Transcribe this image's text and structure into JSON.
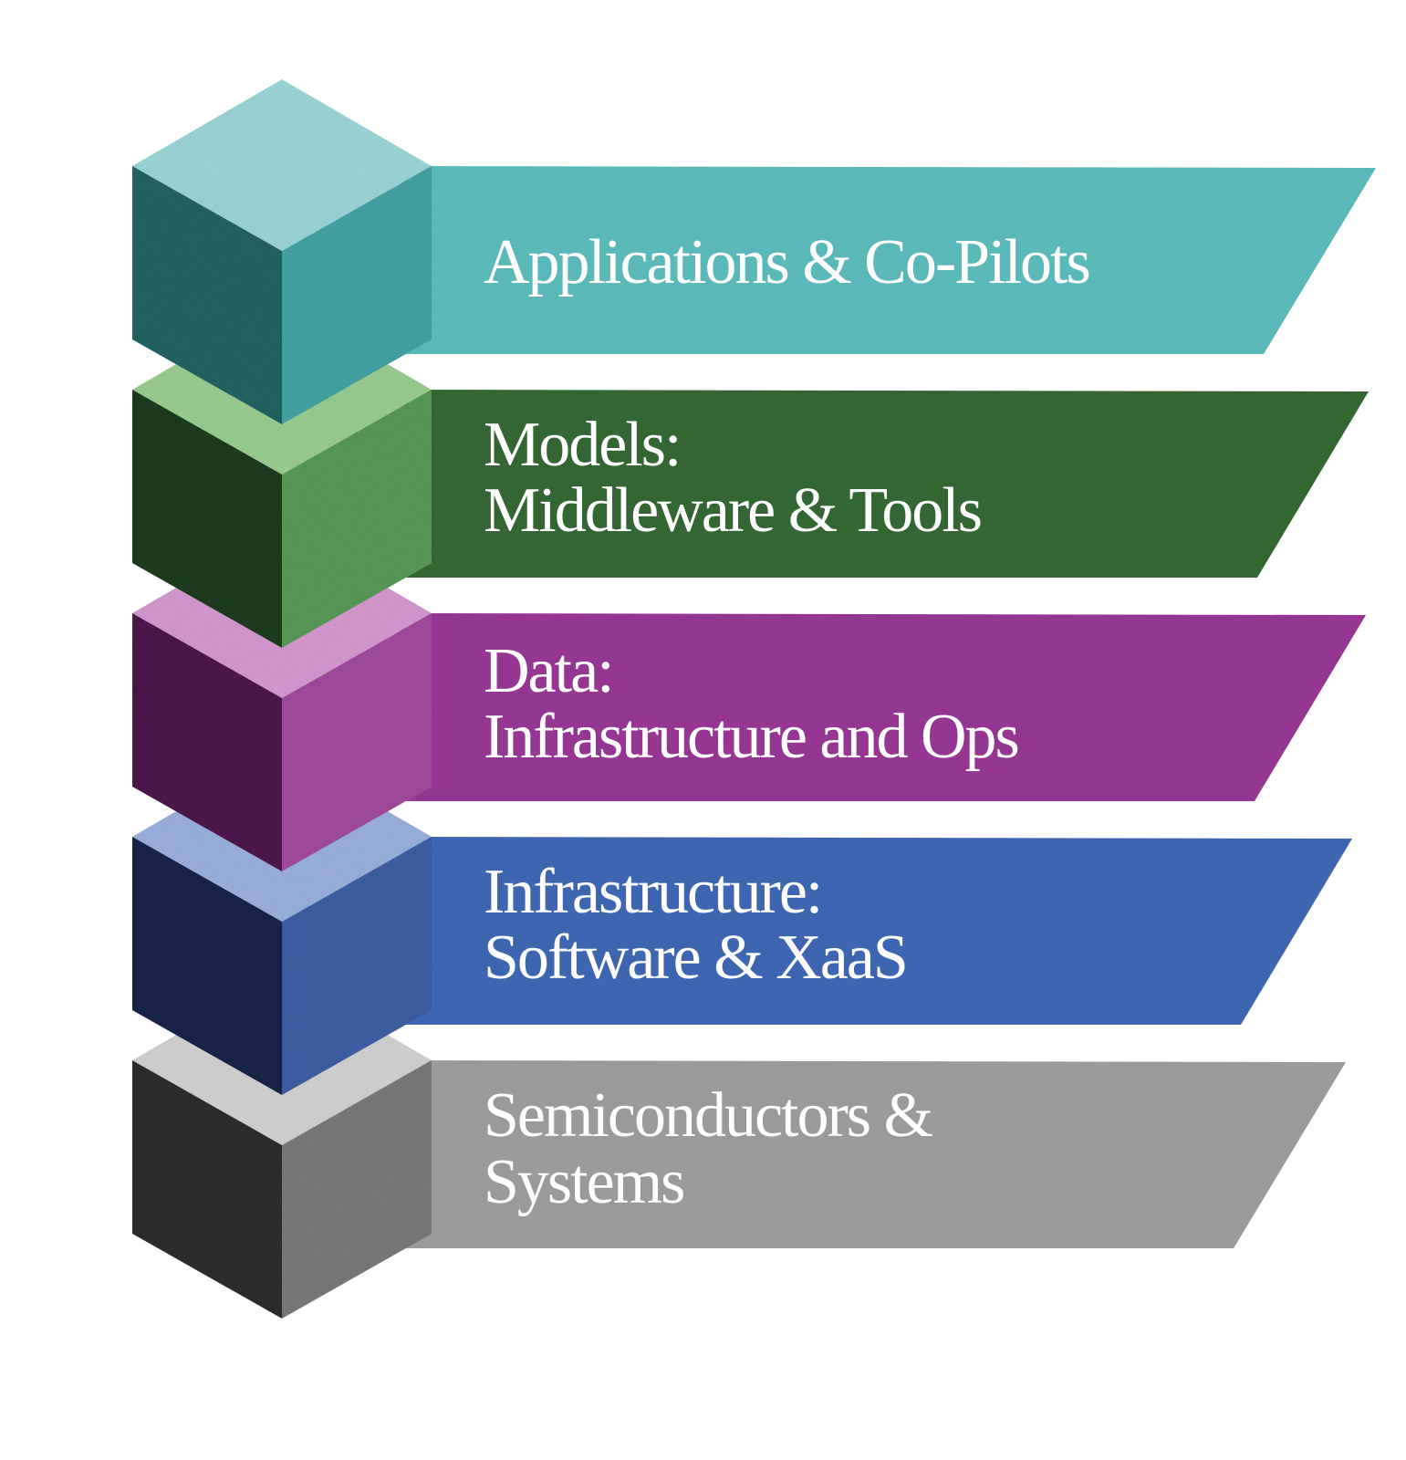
{
  "layers": [
    {
      "id": "applications",
      "lines": [
        "Applications & Co-Pilots"
      ],
      "color": "#5ab8b8",
      "top": "#9dd8da",
      "left": "#226464",
      "right": "#45a5a6"
    },
    {
      "id": "models",
      "lines": [
        "Models:",
        "Middleware & Tools"
      ],
      "color": "#336633",
      "top": "#9ccf93",
      "left": "#1c3c1c",
      "right": "#5a9a5a"
    },
    {
      "id": "data",
      "lines": [
        "Data:",
        "Infrastructure and Ops"
      ],
      "color": "#963693",
      "top": "#d89ad2",
      "left": "#4e1a4c",
      "right": "#a34b9f"
    },
    {
      "id": "infrastructure",
      "lines": [
        "Infrastructure:",
        "Software & XaaS"
      ],
      "color": "#3e66b0",
      "top": "#9cb2e0",
      "left": "#15244a",
      "right": "#3f5fa6"
    },
    {
      "id": "semiconductors",
      "lines": [
        "Semiconductors &",
        "Systems"
      ],
      "color": "#9a9a9a",
      "top": "#d4d4d4",
      "left": "#2e2e2e",
      "right": "#7a7a7a"
    }
  ]
}
